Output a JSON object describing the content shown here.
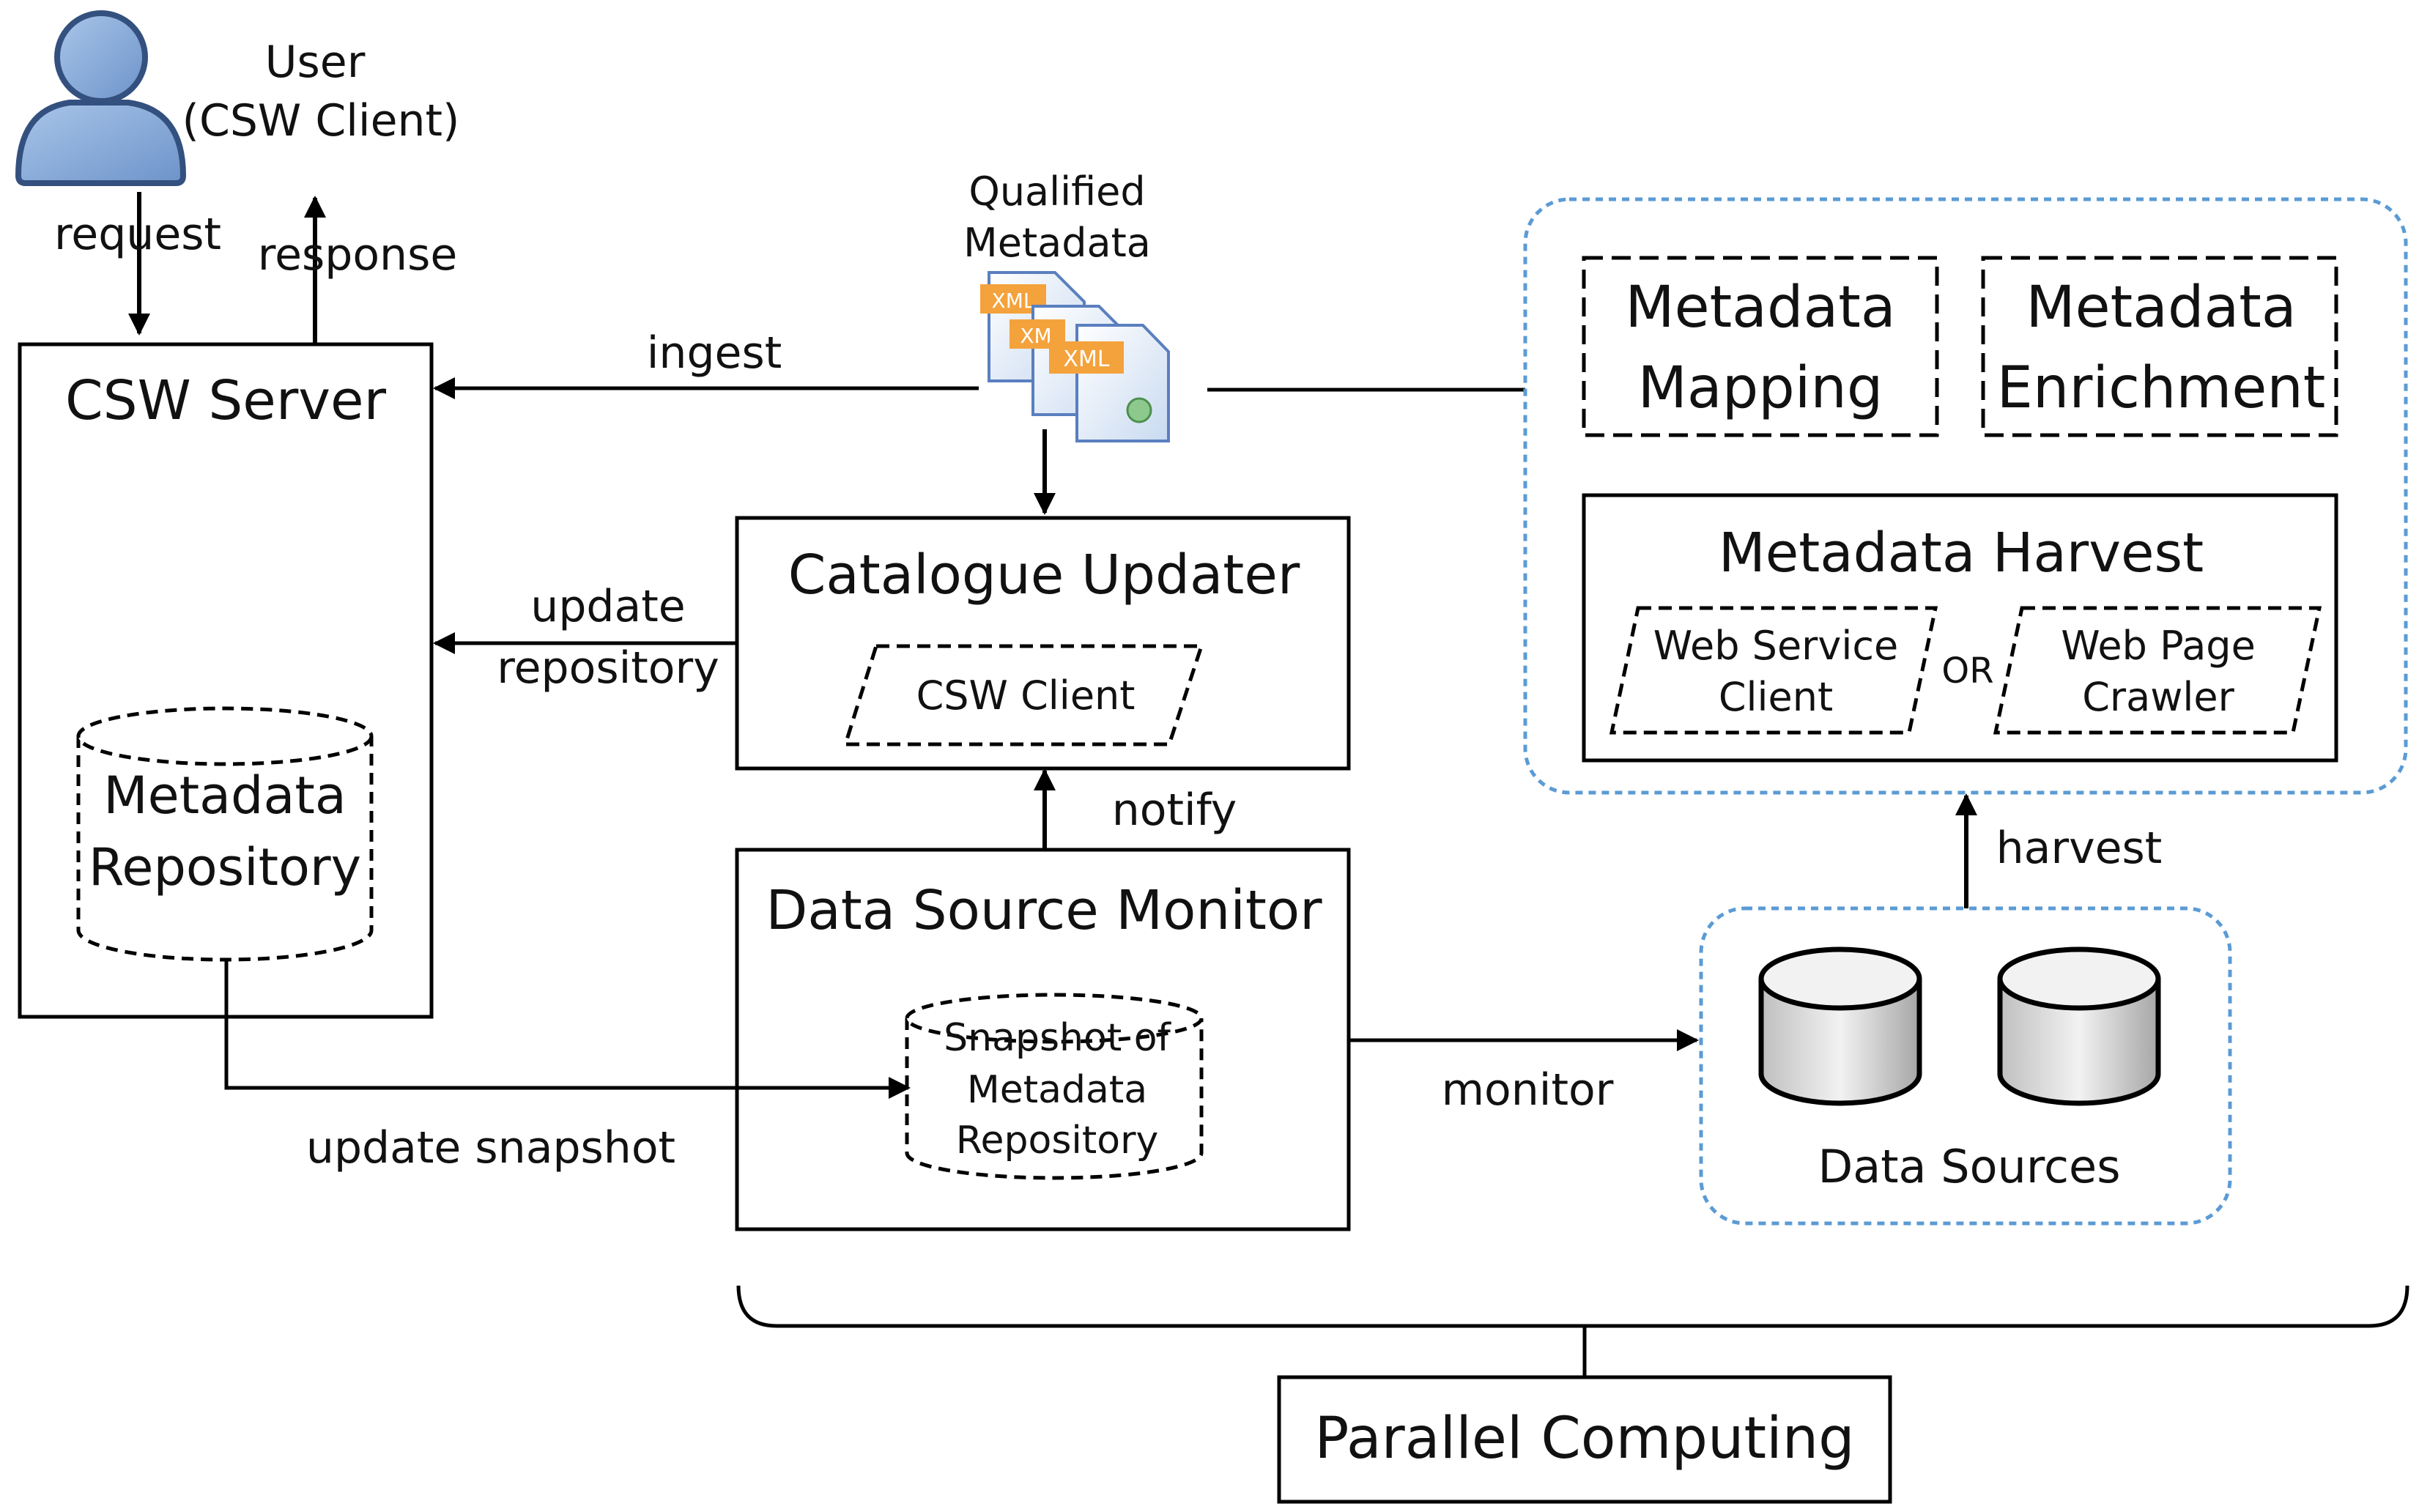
{
  "user": {
    "label_line1": "User",
    "label_line2": "(CSW Client)"
  },
  "flows": {
    "request": "request",
    "response": "response",
    "ingest": "ingest",
    "update_repository_line1": "update",
    "update_repository_line2": "repository",
    "notify": "notify",
    "update_snapshot": "update snapshot",
    "monitor": "monitor",
    "harvest": "harvest"
  },
  "csw_server": {
    "title": "CSW Server",
    "repository_line1": "Metadata",
    "repository_line2": "Repository"
  },
  "qualified_metadata": {
    "label_line1": "Qualified",
    "label_line2": "Metadata",
    "file_badge": "XML",
    "file_badge_partial": "XM"
  },
  "catalogue_updater": {
    "title": "Catalogue Updater",
    "client": "CSW Client"
  },
  "data_source_monitor": {
    "title": "Data Source Monitor",
    "snapshot_line1": "Snapshot of",
    "snapshot_line2": "Metadata",
    "snapshot_line3": "Repository"
  },
  "processing": {
    "mapping_line1": "Metadata",
    "mapping_line2": "Mapping",
    "enrichment_line1": "Metadata",
    "enrichment_line2": "Enrichment",
    "harvest_title": "Metadata Harvest",
    "web_service_line1": "Web Service",
    "web_service_line2": "Client",
    "or_label": "OR",
    "crawler_line1": "Web Page",
    "crawler_line2": "Crawler"
  },
  "data_sources": {
    "label": "Data Sources"
  },
  "parallel_computing": {
    "label": "Parallel Computing"
  },
  "colors": {
    "line": "#000000",
    "dotted_group": "#5b9bd5",
    "user_icon": "#8db3e2",
    "user_icon_dark": "#4f6f9f",
    "cylinder": "#d9d9d9",
    "xml_badge": "#f4a23c"
  }
}
